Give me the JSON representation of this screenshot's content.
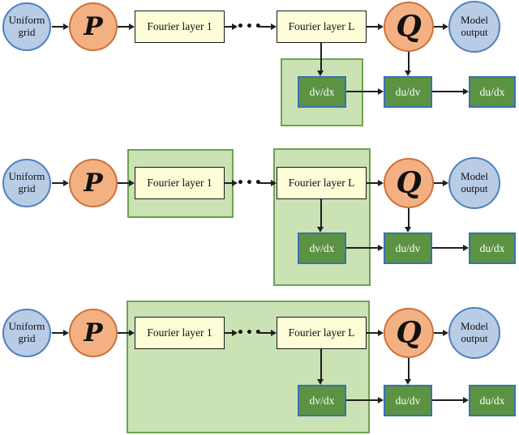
{
  "figure": {
    "type": "diagram",
    "row_count": 3,
    "nodes": {
      "uniform_grid_line1": "Uniform",
      "uniform_grid_line2": "grid",
      "lifting": "P",
      "fourier_layer_1": "Fourier layer 1",
      "ellipsis": "•••",
      "fourier_layer_L": "Fourier layer L",
      "projection": "Q",
      "model_output_line1": "Model",
      "model_output_line2": "output",
      "dv_dx": "dv/dx",
      "du_dv": "du/dv",
      "du_dx": "du/dx"
    },
    "colors": {
      "blue_circle_fill": "#b9cce6",
      "blue_circle_border": "#4f81bd",
      "orange_circle_fill": "#f3b183",
      "orange_circle_border": "#cf7137",
      "yellow_box_fill": "#fdfdd8",
      "yellow_box_border": "#1a1a1a",
      "shade_region_fill": "#cbe2b4",
      "shade_region_border": "#6da350",
      "green_box_fill": "#5b9342",
      "green_box_border": "#3a70b2",
      "green_box_text": "#ffffff",
      "arrow": "#1f1f1f"
    }
  }
}
